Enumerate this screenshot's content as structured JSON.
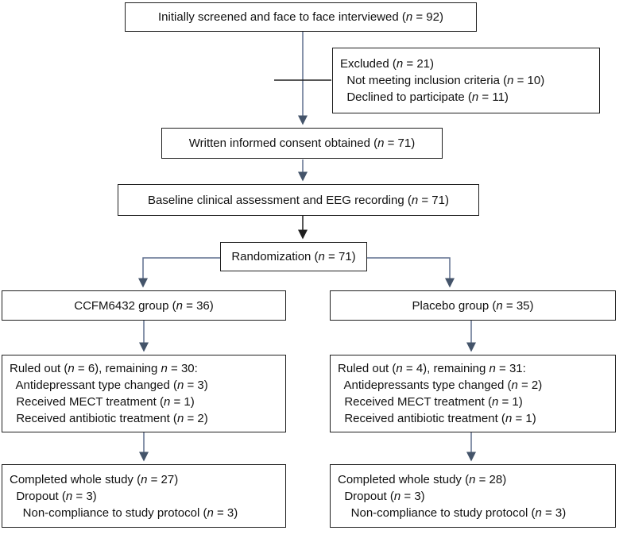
{
  "figure": {
    "type": "consort-flow-diagram",
    "background": "#ffffff",
    "box_border_color": "#1f1f1f",
    "connector_blue": "#5f6f8e",
    "arrowhead_blue": "#44546a",
    "connector_black": "#1f1f1f"
  },
  "boxes": {
    "screened": {
      "lines": [
        "Initially screened and face to face interviewed (n = 92)"
      ]
    },
    "excluded": {
      "lines": [
        "Excluded (n = 21)",
        "  Not meeting inclusion criteria (n = 10)",
        "  Declined to participate (n = 11)"
      ]
    },
    "consent": {
      "lines": [
        "Written informed consent obtained (n = 71)"
      ]
    },
    "baseline": {
      "lines": [
        "Baseline clinical assessment and EEG recording (n = 71)"
      ]
    },
    "randomization": {
      "lines": [
        "Randomization (n = 71)"
      ]
    },
    "ccfm_group": {
      "lines": [
        "CCFM6432 group (n = 36)"
      ]
    },
    "placebo_group": {
      "lines": [
        "Placebo group (n = 35)"
      ]
    },
    "ruled_out_ccfm": {
      "lines": [
        "Ruled out (n = 6), remaining n = 30:",
        "  Antidepressant type changed (n = 3)",
        "  Received MECT treatment (n = 1)",
        "  Received antibiotic treatment (n = 2)"
      ]
    },
    "ruled_out_placebo": {
      "lines": [
        "Ruled out (n = 4), remaining n = 31:",
        "  Antidepressants type changed (n = 2)",
        "  Received MECT treatment (n = 1)",
        "  Received antibiotic treatment (n = 1)"
      ]
    },
    "completed_ccfm": {
      "lines": [
        "Completed whole study (n = 27)",
        "  Dropout (n = 3)",
        "    Non-compliance to study protocol (n = 3)"
      ]
    },
    "completed_placebo": {
      "lines": [
        "Completed whole study (n = 28)",
        "  Dropout (n = 3)",
        "    Non-compliance to study protocol (n = 3)"
      ]
    }
  }
}
